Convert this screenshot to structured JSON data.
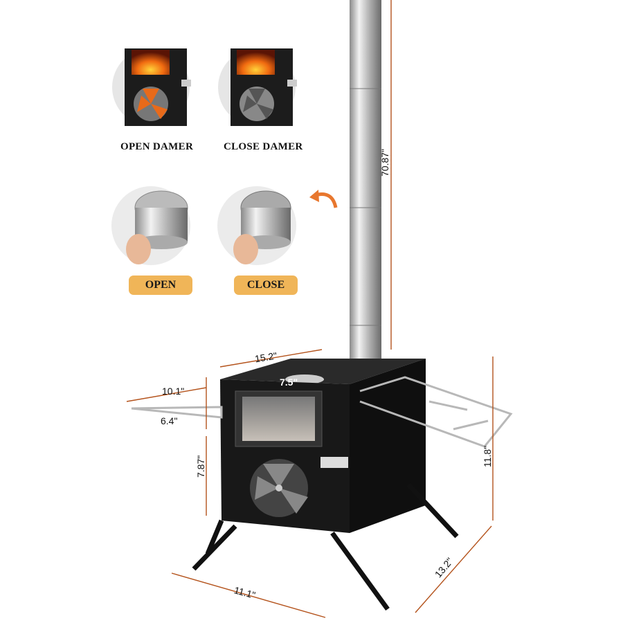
{
  "top_row": {
    "open_caption": "OPEN DAMER",
    "close_caption": "CLOSE DAMER"
  },
  "middle_row": {
    "open_label": "OPEN",
    "close_label": "CLOSE"
  },
  "dimensions": {
    "chimney_height": "70.87\"",
    "width": "15.2\"",
    "top_plate": "7.5\"",
    "shelf_length": "10.1\"",
    "shelf_width": "6.4\"",
    "door_height": "7.87\"",
    "body_height": "11.8\"",
    "leg_span_front": "11.1\"",
    "leg_span_side": "13.2\""
  },
  "colors": {
    "accent": "#f0b558",
    "arrow": "#e8772e",
    "dimension_line": "#b4531c",
    "stove": "#141414"
  }
}
